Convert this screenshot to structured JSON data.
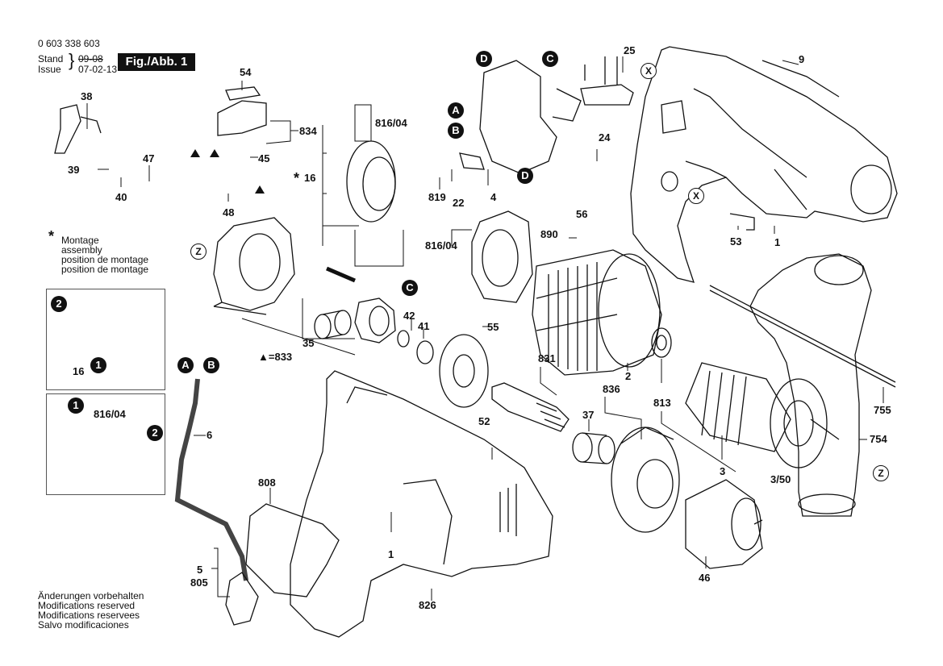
{
  "header": {
    "part_number": "0 603 338 603",
    "stand_label": "Stand",
    "issue_label": "Issue",
    "stand_date_struck": "09-08",
    "issue_date": "07-02-13",
    "figure_label": "Fig./Abb. 1"
  },
  "legend": {
    "star_symbol": "*",
    "assembly_note": [
      "Montage",
      "assembly",
      "position de montage",
      "position de montage"
    ],
    "triangle_note": "▲=833"
  },
  "footer": {
    "disclaimer": [
      "Änderungen vorbehalten",
      "Modifications reserved",
      "Modifications reservees",
      "Salvo modificaciones"
    ]
  },
  "callouts": {
    "A": "A",
    "B": "B",
    "C": "C",
    "D": "D",
    "X": "X",
    "Z": "Z",
    "n1": "1",
    "n2": "2"
  },
  "parts": {
    "p1": "1",
    "p2": "2",
    "p3": "3",
    "p3_50": "3/50",
    "p4": "4",
    "p5": "5",
    "p6": "6",
    "p9": "9",
    "p16": "16",
    "p16_star": "16",
    "p22": "22",
    "p24": "24",
    "p25": "25",
    "p35": "35",
    "p37": "37",
    "p38": "38",
    "p39": "39",
    "p40": "40",
    "p41": "41",
    "p42": "42",
    "p45": "45",
    "p46": "46",
    "p47": "47",
    "p48": "48",
    "p52": "52",
    "p53": "53",
    "p54": "54",
    "p55": "55",
    "p56": "56",
    "p754": "754",
    "p755": "755",
    "p805": "805",
    "p808": "808",
    "p813": "813",
    "p816_04": "816/04",
    "p819": "819",
    "p826": "826",
    "p831": "831",
    "p834": "834",
    "p836": "836",
    "p890": "890"
  }
}
